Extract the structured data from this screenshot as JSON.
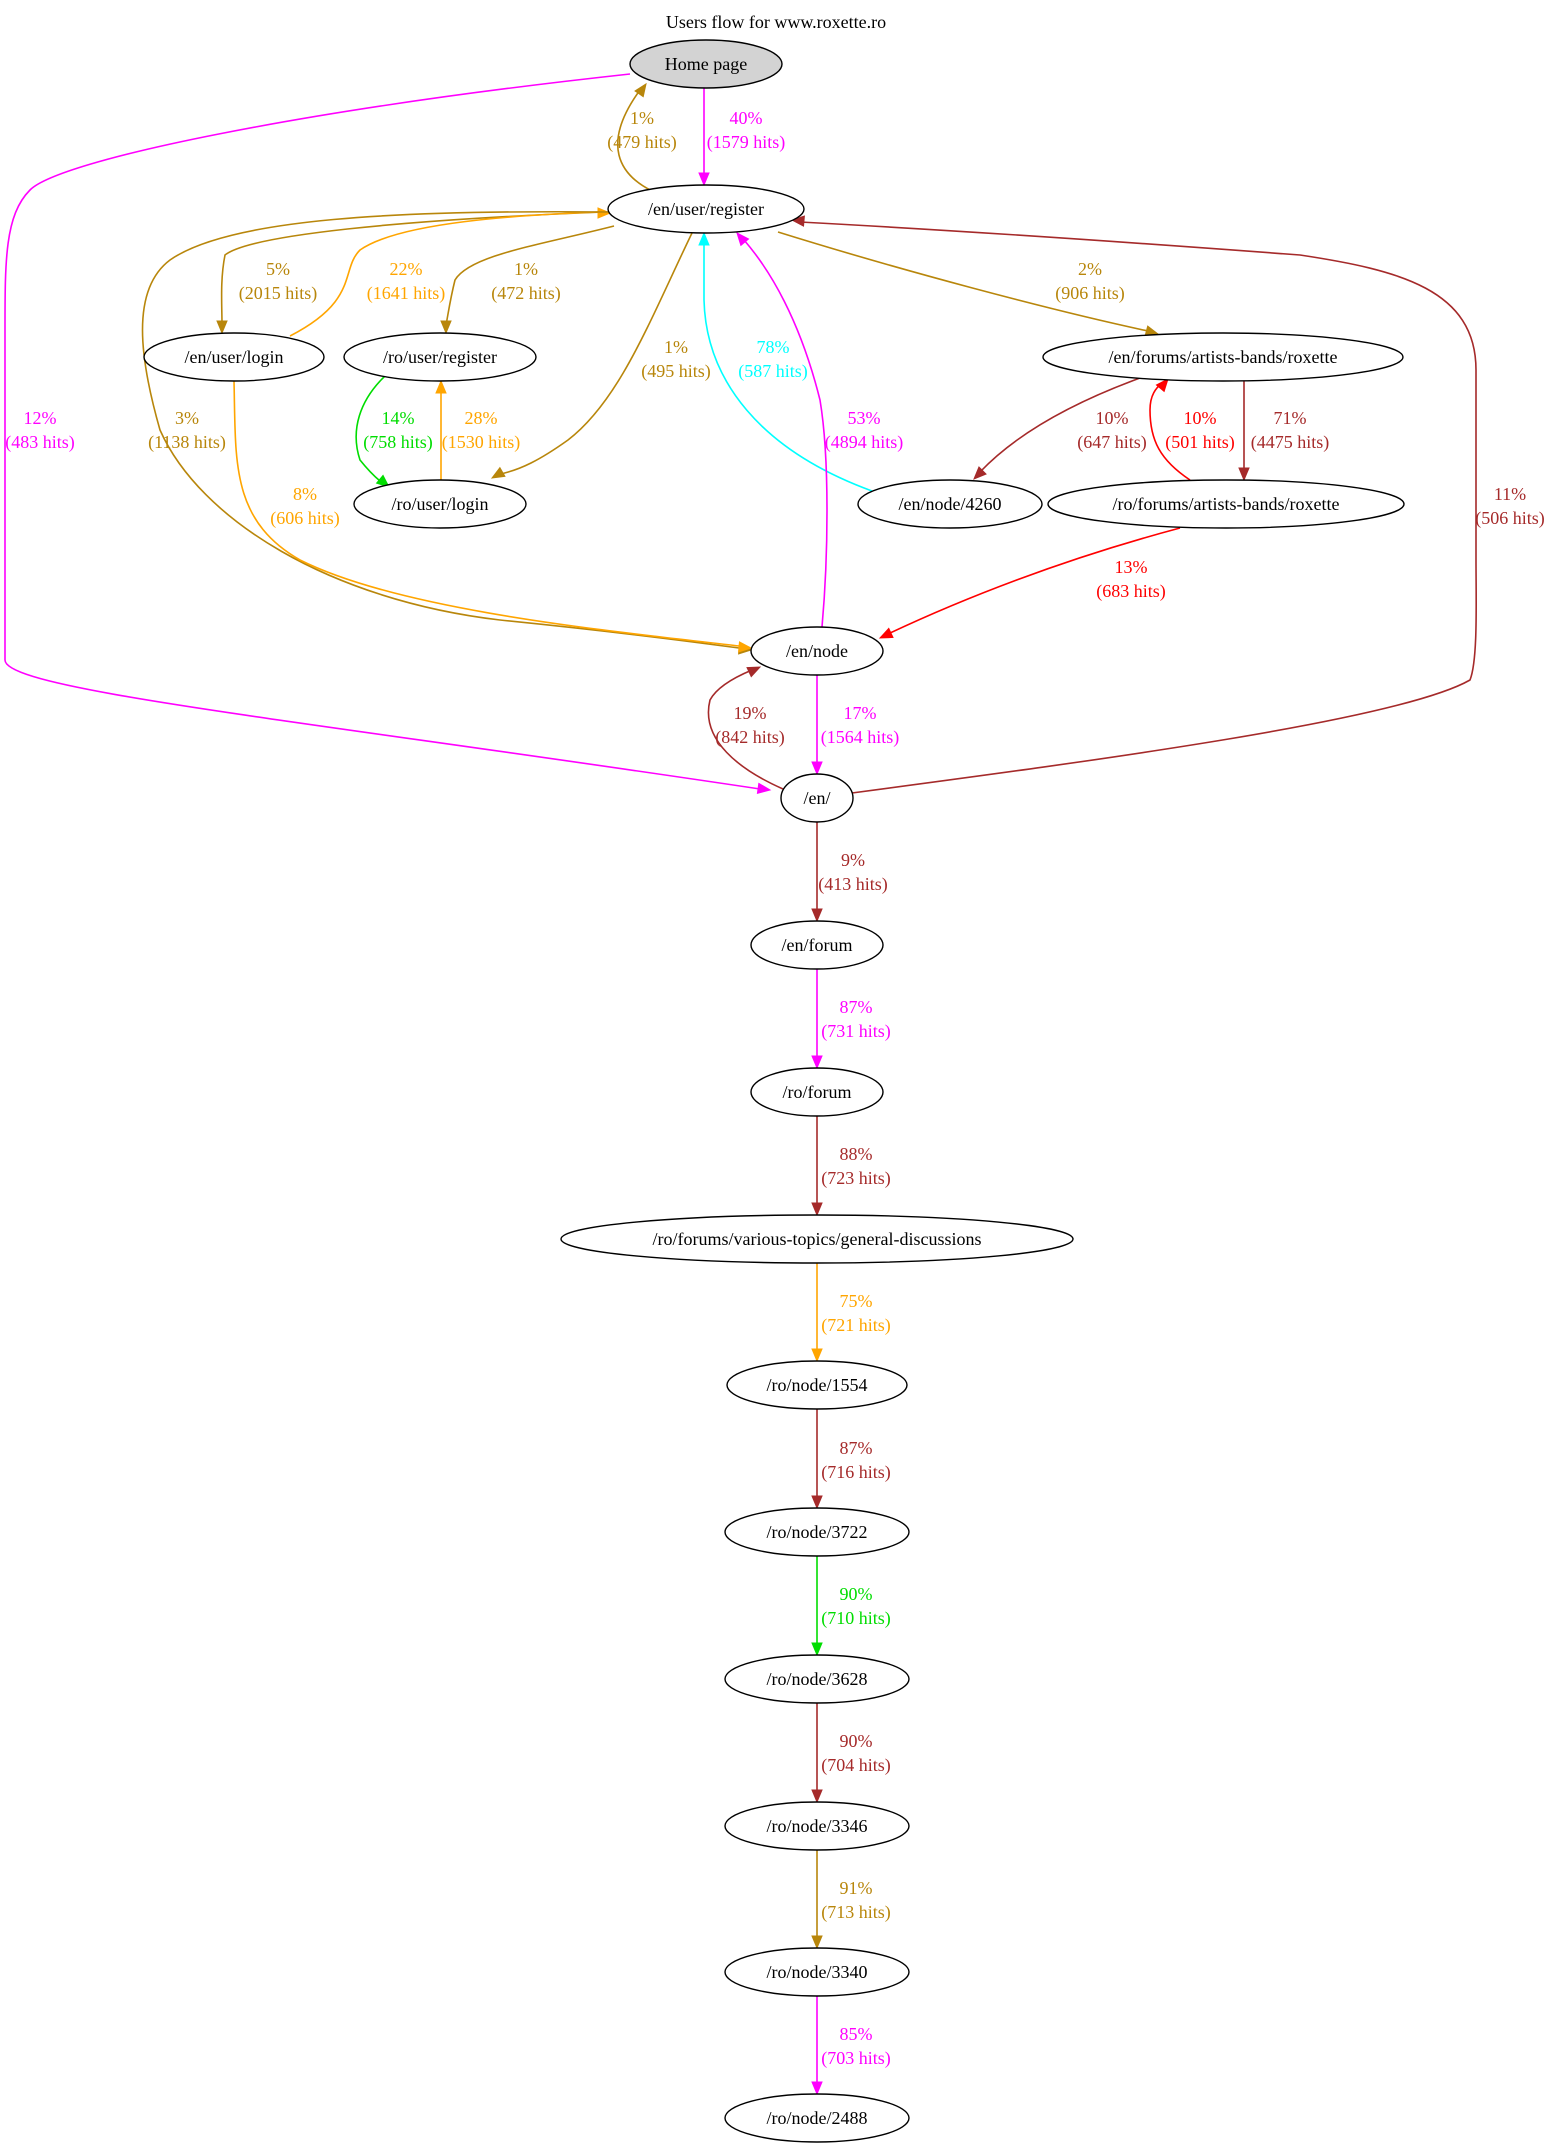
{
  "title": "Users flow for www.roxette.ro",
  "colors": {
    "gold": "#b8860b",
    "magenta": "#ff00ff",
    "orange": "#ffa500",
    "brown": "#a52a2a",
    "cyan": "#00ffff",
    "green": "#00dd00",
    "red": "#ff0000",
    "black": "#000000",
    "home_fill": "#d3d3d3"
  },
  "nodes": [
    {
      "id": "home",
      "label": "Home page"
    },
    {
      "id": "en_register",
      "label": "/en/user/register"
    },
    {
      "id": "en_login",
      "label": "/en/user/login"
    },
    {
      "id": "ro_register",
      "label": "/ro/user/register"
    },
    {
      "id": "ro_login",
      "label": "/ro/user/login"
    },
    {
      "id": "en_forums_rox",
      "label": "/en/forums/artists-bands/roxette"
    },
    {
      "id": "en_node_4260",
      "label": "/en/node/4260"
    },
    {
      "id": "ro_forums_rox",
      "label": "/ro/forums/artists-bands/roxette"
    },
    {
      "id": "en_node",
      "label": "/en/node"
    },
    {
      "id": "en_root",
      "label": "/en/"
    },
    {
      "id": "en_forum",
      "label": "/en/forum"
    },
    {
      "id": "ro_forum",
      "label": "/ro/forum"
    },
    {
      "id": "ro_general",
      "label": "/ro/forums/various-topics/general-discussions"
    },
    {
      "id": "ro_1554",
      "label": "/ro/node/1554"
    },
    {
      "id": "ro_3722",
      "label": "/ro/node/3722"
    },
    {
      "id": "ro_3628",
      "label": "/ro/node/3628"
    },
    {
      "id": "ro_3346",
      "label": "/ro/node/3346"
    },
    {
      "id": "ro_3340",
      "label": "/ro/node/3340"
    },
    {
      "id": "ro_2488",
      "label": "/ro/node/2488"
    }
  ],
  "edges": [
    {
      "id": "reg_home",
      "from": "en_register",
      "to": "home",
      "pct": "1%",
      "hits": "(479 hits)",
      "color": "gold"
    },
    {
      "id": "home_reg",
      "from": "home",
      "to": "en_register",
      "pct": "40%",
      "hits": "(1579 hits)",
      "color": "magenta"
    },
    {
      "id": "home_enroot",
      "from": "home",
      "to": "en_root",
      "pct": "12%",
      "hits": "(483 hits)",
      "color": "magenta"
    },
    {
      "id": "reg_login",
      "from": "en_register",
      "to": "en_login",
      "pct": "5%",
      "hits": "(2015 hits)",
      "color": "gold"
    },
    {
      "id": "login_reg",
      "from": "en_login",
      "to": "en_register",
      "pct": "22%",
      "hits": "(1641 hits)",
      "color": "orange"
    },
    {
      "id": "reg_roreg",
      "from": "en_register",
      "to": "ro_register",
      "pct": "1%",
      "hits": "(472 hits)",
      "color": "gold"
    },
    {
      "id": "reg_rologin",
      "from": "en_register",
      "to": "ro_login",
      "pct": "1%",
      "hits": "(495 hits)",
      "color": "gold"
    },
    {
      "id": "reg_enforums",
      "from": "en_register",
      "to": "en_forums_rox",
      "pct": "2%",
      "hits": "(906 hits)",
      "color": "gold"
    },
    {
      "id": "reg_ennode",
      "from": "en_register",
      "to": "en_node",
      "pct": "3%",
      "hits": "(1138 hits)",
      "color": "gold"
    },
    {
      "id": "login_ennode",
      "from": "en_login",
      "to": "en_node",
      "pct": "8%",
      "hits": "(606 hits)",
      "color": "orange"
    },
    {
      "id": "roreg_rologin",
      "from": "ro_register",
      "to": "ro_login",
      "pct": "14%",
      "hits": "(758 hits)",
      "color": "green"
    },
    {
      "id": "rologin_roreg",
      "from": "ro_login",
      "to": "ro_register",
      "pct": "28%",
      "hits": "(1530 hits)",
      "color": "orange"
    },
    {
      "id": "n4260_reg",
      "from": "en_node_4260",
      "to": "en_register",
      "pct": "78%",
      "hits": "(587 hits)",
      "color": "cyan"
    },
    {
      "id": "ennode_reg",
      "from": "en_node",
      "to": "en_register",
      "pct": "53%",
      "hits": "(4894 hits)",
      "color": "magenta"
    },
    {
      "id": "enforums_4260",
      "from": "en_forums_rox",
      "to": "en_node_4260",
      "pct": "10%",
      "hits": "(647 hits)",
      "color": "brown"
    },
    {
      "id": "roforums_enforums",
      "from": "ro_forums_rox",
      "to": "en_forums_rox",
      "pct": "10%",
      "hits": "(501 hits)",
      "color": "red"
    },
    {
      "id": "enforums_roforums",
      "from": "en_forums_rox",
      "to": "ro_forums_rox",
      "pct": "71%",
      "hits": "(4475 hits)",
      "color": "brown"
    },
    {
      "id": "enroot_reg",
      "from": "en_root",
      "to": "en_register",
      "pct": "11%",
      "hits": "(506 hits)",
      "color": "brown"
    },
    {
      "id": "roforums_ennode",
      "from": "ro_forums_rox",
      "to": "en_node",
      "pct": "13%",
      "hits": "(683 hits)",
      "color": "red"
    },
    {
      "id": "enroot_ennode",
      "from": "en_root",
      "to": "en_node",
      "pct": "19%",
      "hits": "(842 hits)",
      "color": "brown"
    },
    {
      "id": "ennode_enroot",
      "from": "en_node",
      "to": "en_root",
      "pct": "17%",
      "hits": "(1564 hits)",
      "color": "magenta"
    },
    {
      "id": "enroot_enforum",
      "from": "en_root",
      "to": "en_forum",
      "pct": "9%",
      "hits": "(413 hits)",
      "color": "brown"
    },
    {
      "id": "enforum_roforum",
      "from": "en_forum",
      "to": "ro_forum",
      "pct": "87%",
      "hits": "(731 hits)",
      "color": "magenta"
    },
    {
      "id": "roforum_general",
      "from": "ro_forum",
      "to": "ro_general",
      "pct": "88%",
      "hits": "(723 hits)",
      "color": "brown"
    },
    {
      "id": "general_1554",
      "from": "ro_general",
      "to": "ro_1554",
      "pct": "75%",
      "hits": "(721 hits)",
      "color": "orange"
    },
    {
      "id": "n1554_3722",
      "from": "ro_1554",
      "to": "ro_3722",
      "pct": "87%",
      "hits": "(716 hits)",
      "color": "brown"
    },
    {
      "id": "n3722_3628",
      "from": "ro_3722",
      "to": "ro_3628",
      "pct": "90%",
      "hits": "(710 hits)",
      "color": "green"
    },
    {
      "id": "n3628_3346",
      "from": "ro_3628",
      "to": "ro_3346",
      "pct": "90%",
      "hits": "(704 hits)",
      "color": "brown"
    },
    {
      "id": "n3346_3340",
      "from": "ro_3346",
      "to": "ro_3340",
      "pct": "91%",
      "hits": "(713 hits)",
      "color": "gold"
    },
    {
      "id": "n3340_2488",
      "from": "ro_3340",
      "to": "ro_2488",
      "pct": "85%",
      "hits": "(703 hits)",
      "color": "magenta"
    }
  ]
}
